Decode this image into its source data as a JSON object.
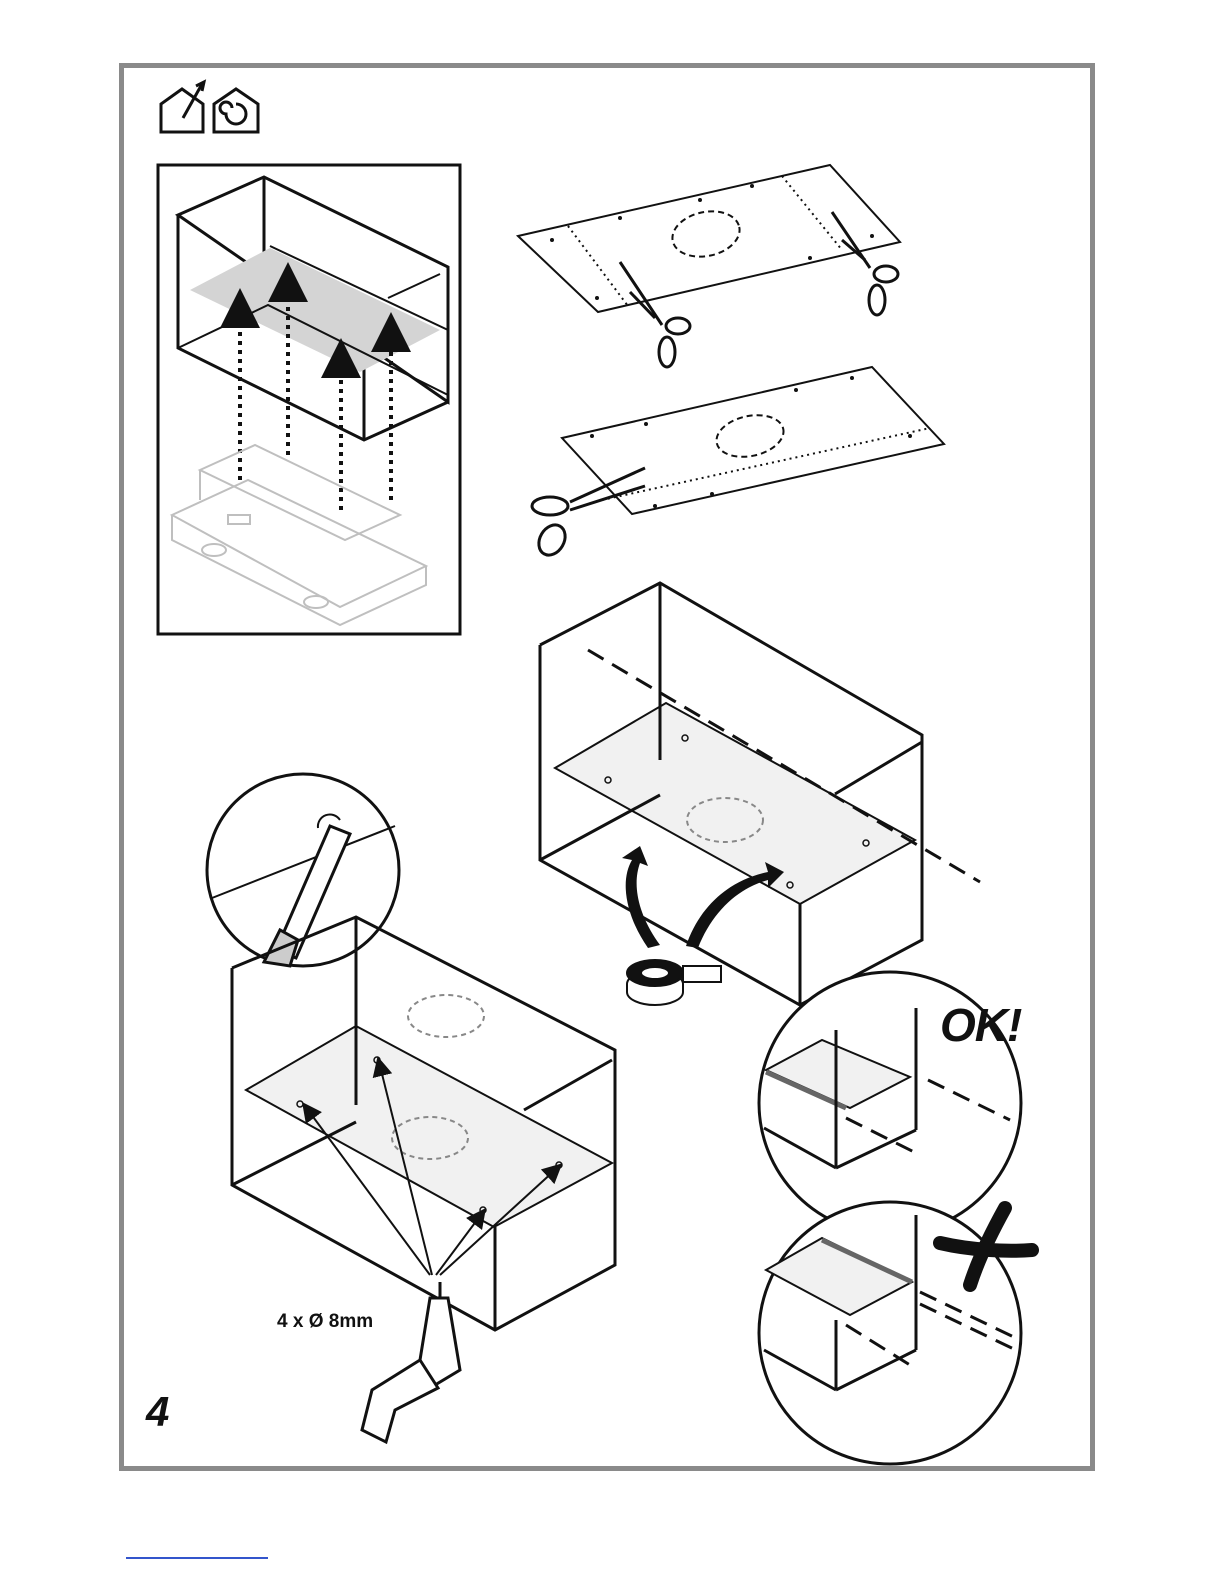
{
  "labels": {
    "drill_spec": "4 x Ø 8mm",
    "ok": "OK!",
    "step_number": "4"
  },
  "icons": [
    "house-ducted-icon",
    "house-recirculation-icon"
  ],
  "colors": {
    "frame": "#8a8a8a",
    "line": "#111111",
    "shade": "#d4d4d4",
    "panel": "#f1f1f1",
    "footer_rule": "#3355cc"
  }
}
